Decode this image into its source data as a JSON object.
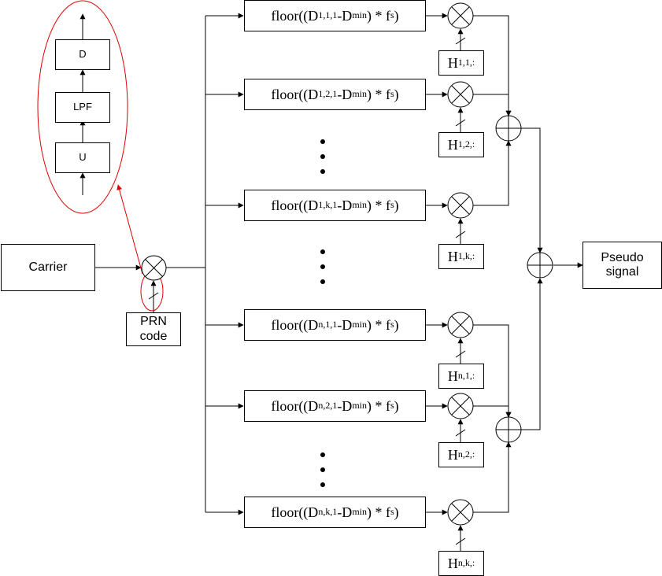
{
  "blocks": {
    "carrier": "Carrier",
    "prn": "PRN\ncode",
    "pseudo": "Pseudo\nsignal",
    "u": "U",
    "lpf": "LPF",
    "d": "D"
  },
  "formula": {
    "prefix": "floor((D",
    "sep": "-D",
    "min": "min",
    "mid": ") * f",
    "fs": "s",
    "end": ")"
  },
  "branches": [
    {
      "sub": "1,1,1",
      "h": "1,1,:"
    },
    {
      "sub": "1,2,1",
      "h": "1,2,:"
    },
    {
      "sub": "1,k,1",
      "h": "1,k,:"
    },
    {
      "sub": "n,1,1",
      "h": "n,1,:"
    },
    {
      "sub": "n,2,1",
      "h": "n,2,:"
    },
    {
      "sub": "n,k,1",
      "h": "n,k,:"
    }
  ],
  "h_letter": "H"
}
